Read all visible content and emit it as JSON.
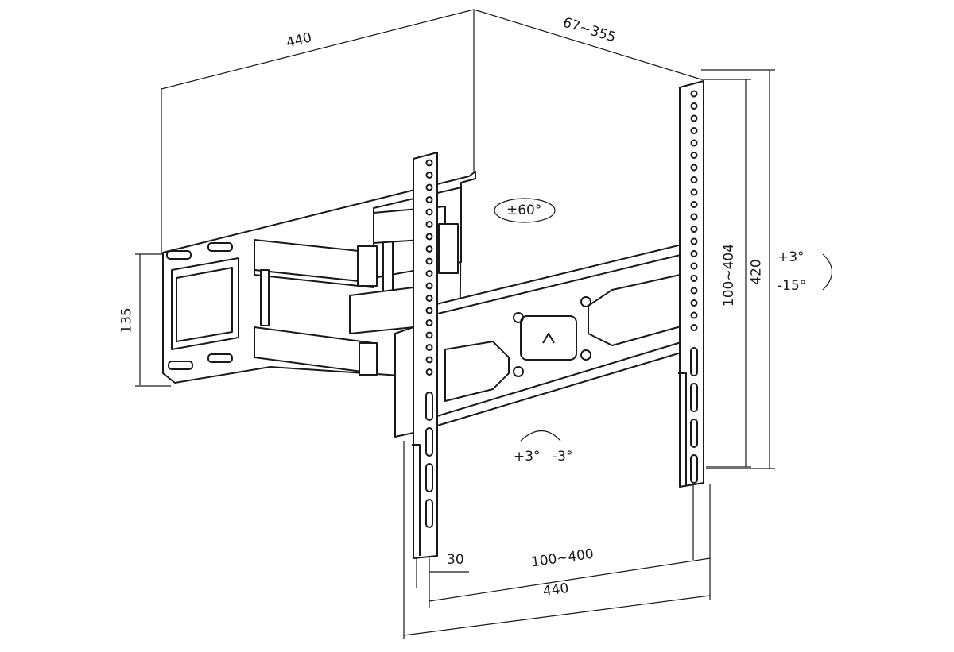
{
  "title": "TV wall mount dimension drawing",
  "dimensions": {
    "wall_plate_width_top": "440",
    "arm_extension": "67~355",
    "swivel": "±60°",
    "tilt_up": "+3°",
    "tilt_down": "-15°",
    "vesa_vertical": "100~404",
    "bracket_height": "420",
    "wall_plate_height": "135",
    "level_plus": "+3°",
    "level_minus": "-3°",
    "bracket_width": "30",
    "vesa_horizontal": "100~400",
    "overall_width": "440"
  }
}
